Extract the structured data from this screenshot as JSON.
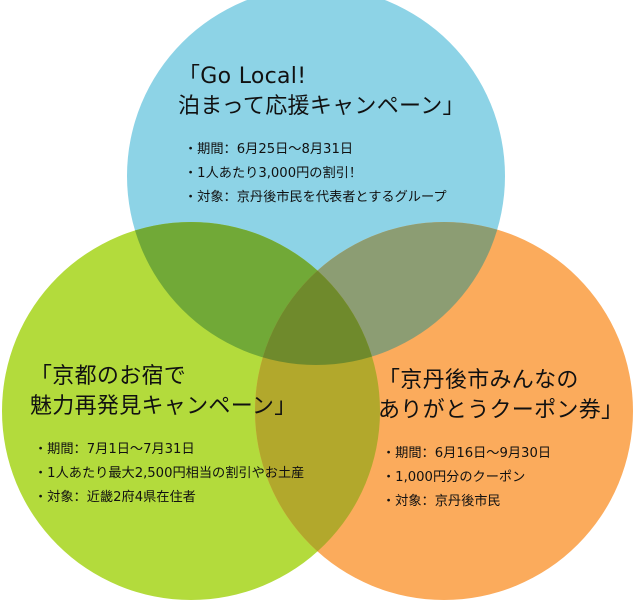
{
  "colors": {
    "blue_circle": "#8dd3e6",
    "green_circle": "#b3db3c",
    "orange_circle": "#fbab5c",
    "blue_green_overlap": "#71a937",
    "blue_orange_overlap": "#8c9d73",
    "green_orange_overlap": "#b2a82c",
    "center_overlap": "#6f8a2c"
  },
  "campaigns": [
    {
      "id": "go-local",
      "color_name": "blue",
      "title_lines": [
        "「Go Local!",
        "泊まって応援キャンペーン」"
      ],
      "details": [
        "・期間：6月25日～8月31日",
        "・1人あたり3,000円の割引！",
        "・対象：京丹後市民を代表者とするグループ"
      ]
    },
    {
      "id": "kyoto-inn",
      "color_name": "green",
      "title_lines": [
        "「京都のお宿で",
        "魅力再発見キャンペーン」"
      ],
      "details": [
        "・期間：7月1日～7月31日",
        "・1人あたり最大2,500円相当の割引やお土産",
        "・対象：近畿2府4県在住者"
      ]
    },
    {
      "id": "coupon",
      "color_name": "orange",
      "title_lines": [
        "「京丹後市みんなの",
        "ありがとうクーポン券」"
      ],
      "details": [
        "・期間：6月16日～9月30日",
        "・1,000円分のクーポン",
        "・対象：京丹後市民"
      ]
    }
  ]
}
